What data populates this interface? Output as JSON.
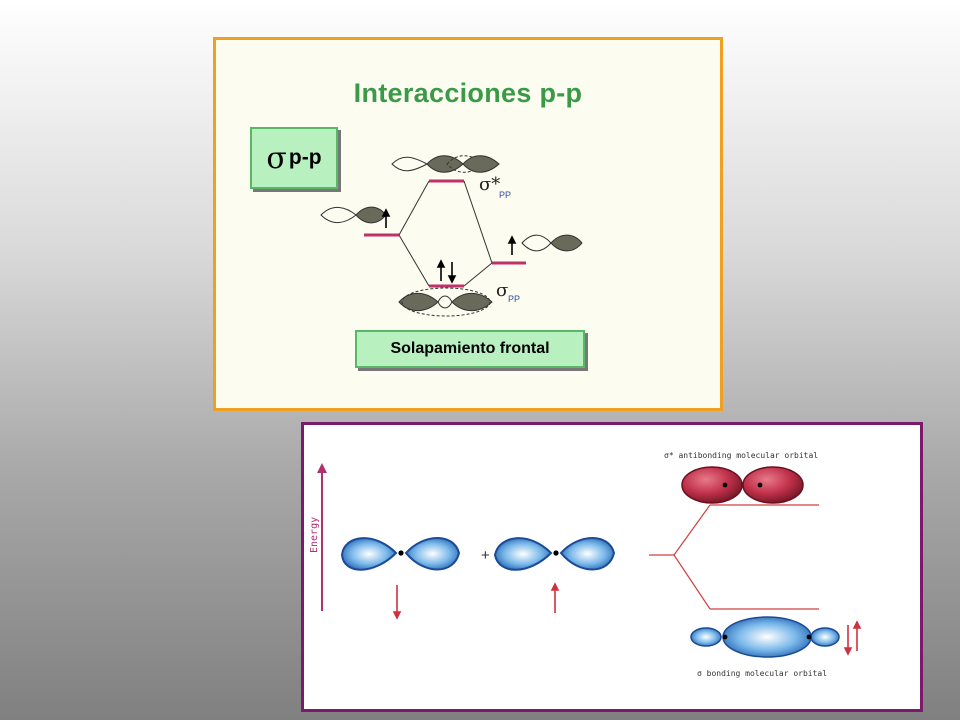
{
  "top_panel": {
    "title": "Interacciones p-p",
    "sigma_symbol": "σ",
    "sigma_label": "p-p",
    "caption": "Solapamiento frontal",
    "antibonding_label": "σ*",
    "antibonding_sub": "PP",
    "bonding_label": "σ",
    "bonding_sub": "PP",
    "colors": {
      "border": "#f0a020",
      "title": "#3a9a48",
      "box_fill": "#b8f0c0",
      "level": "#c0306a",
      "lobe": "#6a6a5a"
    }
  },
  "bottom_panel": {
    "antibonding_label": "σ* antibonding molecular orbital",
    "bonding_label": "σ bonding molecular orbital",
    "energy_label": "Energy",
    "plus": "+",
    "colors": {
      "border": "#7a1a6a",
      "arrow": "#d03040",
      "energy_axis": "#b03070",
      "lobe": "#2a7ac8",
      "antibonding_lobe": "#c0304a"
    }
  }
}
